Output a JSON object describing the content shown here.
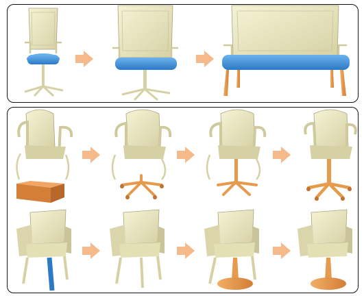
{
  "colors": {
    "cream": "#ECE8BF",
    "cream_dark": "#C9C49A",
    "cream_shadow": "#B7B186",
    "blue_seat": "#3B8DD6",
    "blue_light": "#6CB3EE",
    "orange_parts": "#E69A4C",
    "orange_dark": "#C07230",
    "arrow": "#F6B98A",
    "frame_stroke": "#111111"
  },
  "panels": [
    {
      "id": "top",
      "description_icon_names": [
        "office-chair-icon",
        "wide-chair-icon",
        "bench-icon"
      ],
      "arrows": 2
    },
    {
      "id": "bottom",
      "rows": [
        {
          "items": [
            "cantilever-chair-box-base-icon",
            "cantilever-chair-star-base-icon",
            "cantilever-chair-column-icon",
            "swivel-chair-icon"
          ],
          "arrows": 3
        },
        {
          "items": [
            "armchair-blue-leg-icon",
            "armchair-icon",
            "armchair-pedestal-icon",
            "armchair-pedestal-icon"
          ],
          "arrows": 3
        }
      ]
    }
  ]
}
